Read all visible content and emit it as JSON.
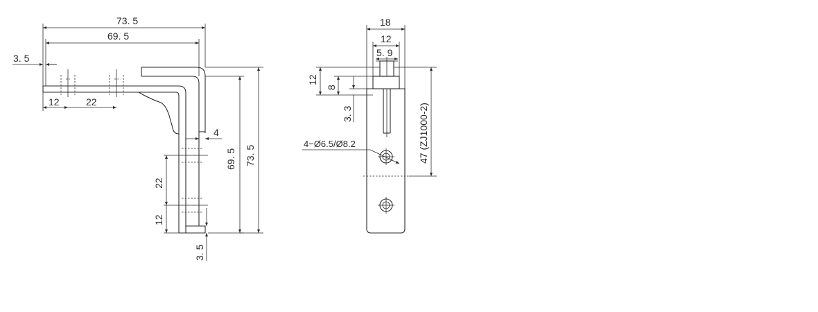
{
  "side_view": {
    "overall_length": "73. 5",
    "inner_length": "69. 5",
    "offset": "3. 5",
    "hole_edge": "12",
    "hole_pitch": "22",
    "thickness": "4",
    "inner_height": "69. 5",
    "overall_height": "73. 5",
    "vert_pitch": "22",
    "vert_edge": "12",
    "bottom_offset": "3. 5"
  },
  "front_view": {
    "width": "18",
    "slot_width": "12",
    "pin_width": "5. 9",
    "height_12": "12",
    "height_8": "8",
    "height_33": "3. 3",
    "hole_callout": "4−Ø6.5/Ø8.2",
    "center_distance": "47 (ZJ1000-2)"
  }
}
